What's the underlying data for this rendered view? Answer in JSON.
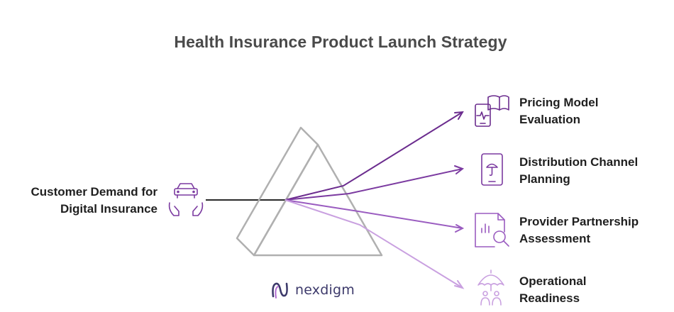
{
  "title": "Health Insurance Product Launch Strategy",
  "source": {
    "line1": "Customer Demand for",
    "line2": "Digital Insurance",
    "icon": "car-insurance-hands-icon"
  },
  "outcomes": [
    {
      "line1": "Pricing Model",
      "line2": "Evaluation",
      "icon": "phone-book-icon",
      "color": "#6b2c8e"
    },
    {
      "line1": "Distribution Channel",
      "line2": "Planning",
      "icon": "phone-umbrella-icon",
      "color": "#7b3aa0"
    },
    {
      "line1": "Provider Partnership",
      "line2": "Assessment",
      "icon": "document-search-chart-icon",
      "color": "#9a5cc0"
    },
    {
      "line1": "Operational",
      "line2": "Readiness",
      "icon": "umbrella-people-icon",
      "color": "#c9a0e0"
    }
  ],
  "logo": {
    "text": "nexdigm",
    "icon": "nexdigm-logo-icon"
  },
  "colors": {
    "prism": "#b0b0b0",
    "beam": "#2a2a2a",
    "title": "#4a4a4a"
  }
}
